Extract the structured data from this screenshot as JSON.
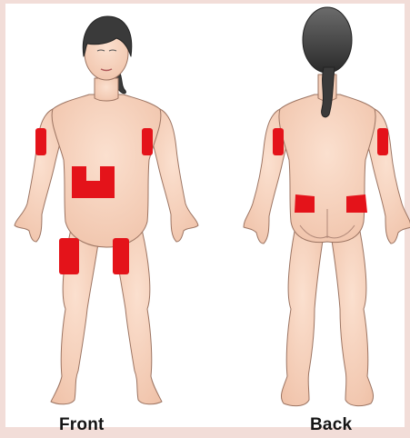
{
  "views": {
    "front": {
      "label": "Front"
    },
    "back": {
      "label": "Back"
    }
  },
  "colors": {
    "background": "#f2ddd8",
    "panel": "#ffffff",
    "skin": "#f6d2bc",
    "skin_outline": "#9c7462",
    "hair": "#3a3a3a",
    "injection_site": "#e4131a"
  },
  "injection_sites": {
    "front": [
      "right-upper-arm",
      "left-upper-arm",
      "abdomen",
      "right-thigh",
      "left-thigh"
    ],
    "back": [
      "right-upper-arm",
      "left-upper-arm",
      "right-upper-buttock",
      "left-upper-buttock"
    ]
  }
}
